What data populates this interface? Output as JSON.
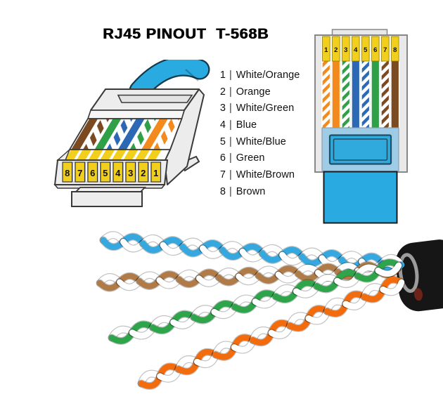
{
  "title": "RJ45 PINOUT  T-568B",
  "wire_list": {
    "separator": "|",
    "items": [
      {
        "pin": "1",
        "name": "White/Orange"
      },
      {
        "pin": "2",
        "name": "Orange"
      },
      {
        "pin": "3",
        "name": "White/Green"
      },
      {
        "pin": "4",
        "name": "Blue"
      },
      {
        "pin": "5",
        "name": "White/Blue"
      },
      {
        "pin": "6",
        "name": "Green"
      },
      {
        "pin": "7",
        "name": "White/Brown"
      },
      {
        "pin": "8",
        "name": "Brown"
      }
    ]
  },
  "left_connector": {
    "pin_labels": [
      "8",
      "7",
      "6",
      "5",
      "4",
      "3",
      "2",
      "1"
    ],
    "wire_order": [
      "brown",
      "white_brown",
      "green",
      "white_blue",
      "blue",
      "white_green",
      "orange",
      "white_orange"
    ]
  },
  "right_connector": {
    "pin_labels": [
      "1",
      "2",
      "3",
      "4",
      "5",
      "6",
      "7",
      "8"
    ],
    "wire_order": [
      "white_orange",
      "orange",
      "white_green",
      "blue",
      "white_blue",
      "green",
      "white_brown",
      "brown"
    ]
  },
  "colors": {
    "orange": "#F28A1E",
    "green": "#2FA048",
    "blue": "#2D68B5",
    "brown": "#7B4A21",
    "yellow_pin": "#F2CF1D",
    "cable_blue": "#29ABE2",
    "boot_band_blue": "#9ECBE6",
    "bezel_blue": "#30A9DC",
    "connector_gray": "#ECECEC",
    "outline_dark": "#3A3A3A"
  },
  "cable_photo": {
    "jacket_color": "#161616",
    "ring_color": "#9C9C9C",
    "pairs": [
      {
        "name": "blue-white-pair",
        "color": "#35A8DF"
      },
      {
        "name": "brown-white-pair",
        "color": "#B17B47"
      },
      {
        "name": "green-white-pair",
        "color": "#2EA44B"
      },
      {
        "name": "orange-white-pair",
        "color": "#F26B0D"
      }
    ]
  }
}
